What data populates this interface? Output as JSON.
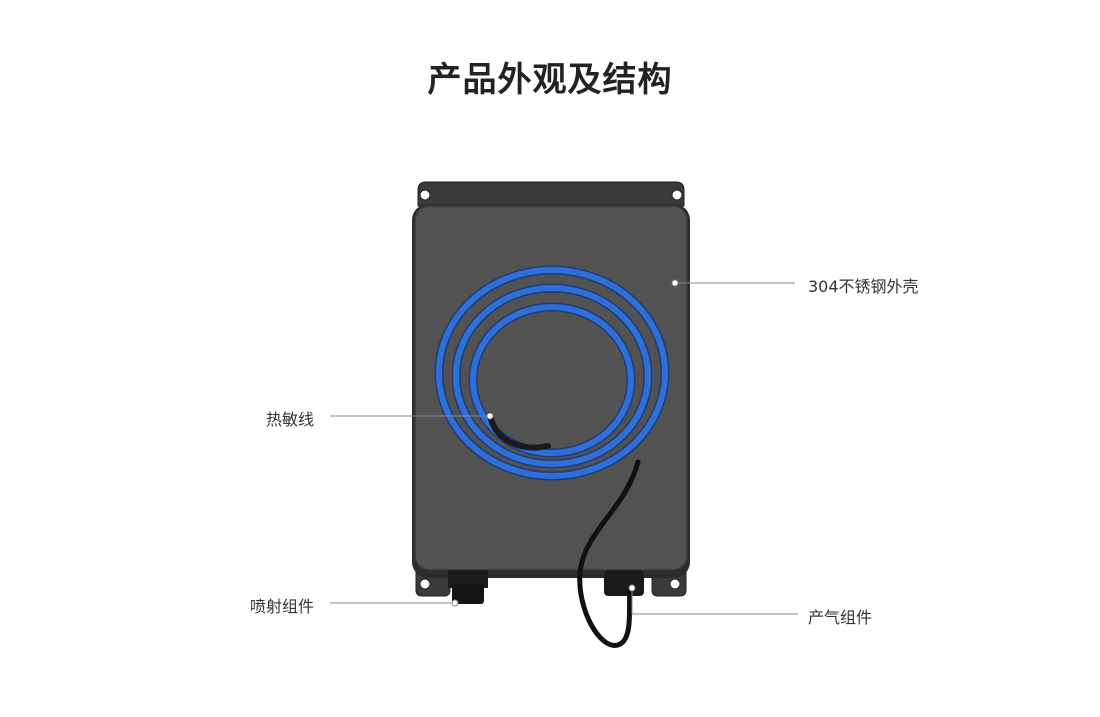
{
  "title": "产品外观及结构",
  "labels": {
    "shell": "304不锈钢外壳",
    "sensor": "热敏线",
    "spray": "喷射组件",
    "gas": "产气组件"
  },
  "colors": {
    "housing": "#4f4f4f",
    "cable": "#2f6fd6",
    "leader": "#888888"
  }
}
